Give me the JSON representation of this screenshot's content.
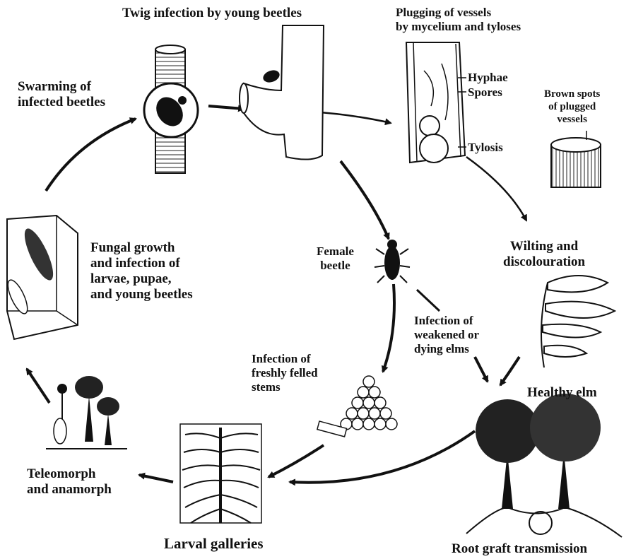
{
  "labels": {
    "twig_infection": "Twig infection by young beetles",
    "plugging_line1": "Plugging of vessels",
    "plugging_line2": "by mycelium and tyloses",
    "hyphae": "Hyphae",
    "spores": "Spores",
    "tylosis": "Tylosis",
    "brown_spots_line1": "Brown spots",
    "brown_spots_line2": "of plugged",
    "brown_spots_line3": "vessels",
    "swarming_line1": "Swarming of",
    "swarming_line2": "infected beetles",
    "wilting_line1": "Wilting and",
    "wilting_line2": "discolouration",
    "female_line1": "Female",
    "female_line2": "beetle",
    "fungal_line1": "Fungal growth",
    "fungal_line2": "and infection of",
    "fungal_line3": "larvae, pupae,",
    "fungal_line4": "and young beetles",
    "weakened_line1": "Infection of",
    "weakened_line2": "weakened or",
    "weakened_line3": "dying elms",
    "felled_line1": "Infection of",
    "felled_line2": "freshly felled",
    "felled_line3": "stems",
    "healthy_elm": "Healthy elm",
    "teleomorph_line1": "Teleomorph",
    "teleomorph_line2": "and anamorph",
    "larval_galleries": "Larval galleries",
    "root_graft": "Root graft transmission"
  },
  "colors": {
    "ink": "#111111",
    "background": "#ffffff"
  }
}
